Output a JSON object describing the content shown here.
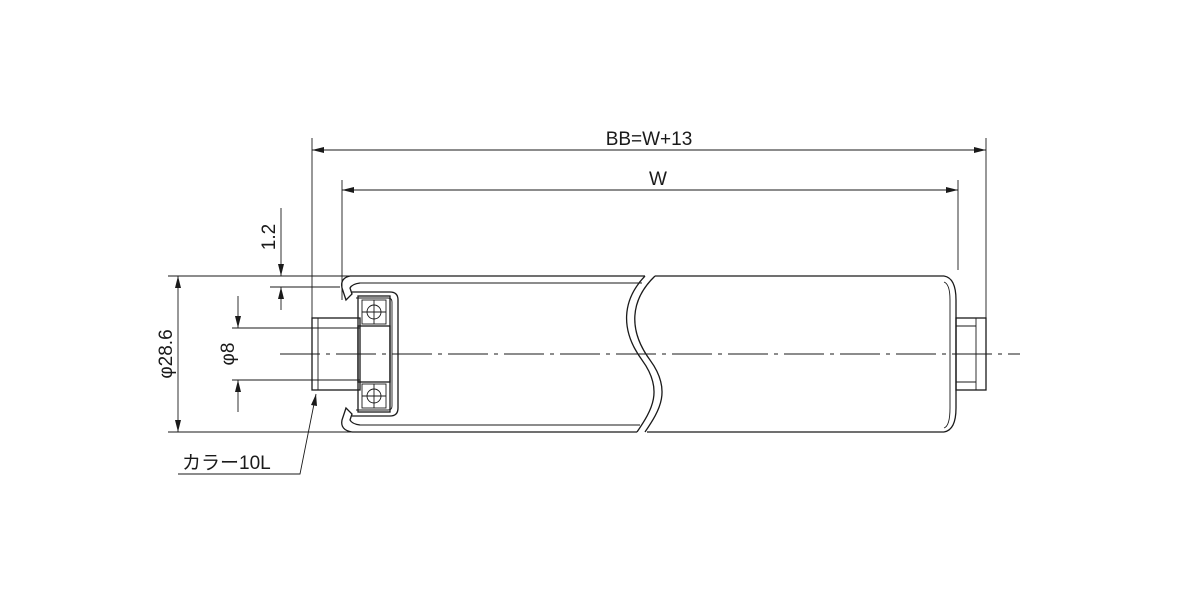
{
  "labels": {
    "overall_length": "BB=W+13",
    "width": "W",
    "wall_thickness": "1.2",
    "outer_diameter": "φ28.6",
    "shaft_diameter": "φ8",
    "collar": "カラー10L"
  }
}
